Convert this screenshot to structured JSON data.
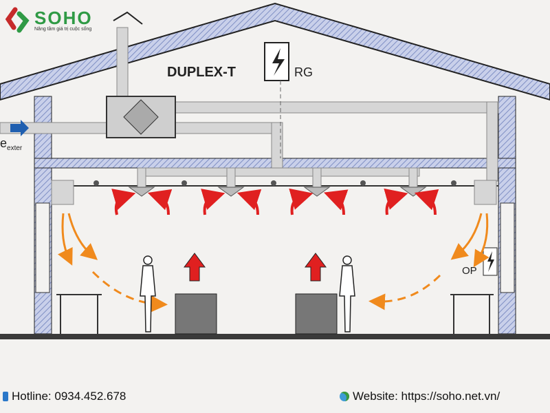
{
  "brand": {
    "name": "SOHO",
    "tagline": "Nâng tầm giá trị cuộc sống"
  },
  "diagram": {
    "unit_label": "DUPLEX-T",
    "rg_label": "RG",
    "op_label": "OP",
    "exterior_label": "e",
    "exterior_sub": "exter"
  },
  "footer": {
    "hotline": "Hotline: 0934.452.678",
    "website": "Website: https://soho.net.vn/"
  },
  "colors": {
    "hatch": "#8e9cc9",
    "duct": "#d6d6d6",
    "warm": "#e02020",
    "airflow": "#f08a1d",
    "brand": "#2f9a45"
  }
}
